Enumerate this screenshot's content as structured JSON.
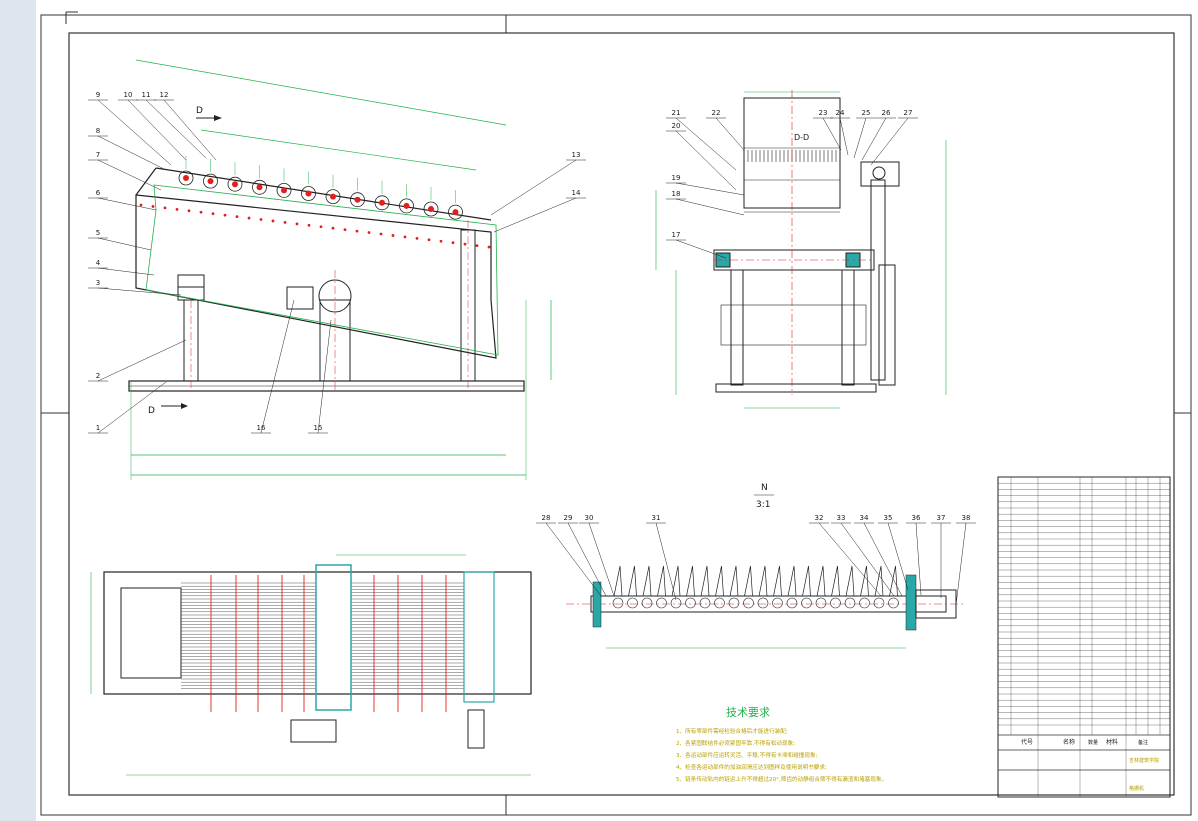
{
  "drawing": {
    "section_label": "D",
    "section_view_title": "D-D",
    "detail_label": "N",
    "detail_scale": "3:1",
    "balloons": [
      "1",
      "2",
      "3",
      "4",
      "5",
      "6",
      "7",
      "8",
      "9",
      "10",
      "11",
      "12",
      "13",
      "14",
      "15",
      "16",
      "17",
      "18",
      "19",
      "20",
      "21",
      "22",
      "23",
      "24",
      "25",
      "26",
      "27",
      "28",
      "29",
      "30",
      "31",
      "32",
      "33",
      "34",
      "35",
      "36",
      "37",
      "38"
    ]
  },
  "notes": {
    "title": "技术要求",
    "items": [
      "1、所有零部件需经检验合格后才能进行装配;",
      "2、各紧固联结件必须紧固牢靠,不得有松动现象;",
      "3、各运动部件应运转灵活、平稳,不得有卡滞和碰撞现象;",
      "4、检查各运动部件的加油润滑应达到图样及使用说明书要求;",
      "5、链条传动轨内的链运上升不得超过20°,筛齿的动静组合筛不得有漏渣和堵塞现象。"
    ]
  },
  "title_block": {
    "headers": [
      "代号",
      "名称",
      "数量",
      "材料",
      "备注"
    ],
    "school": "吉林建筑学院",
    "scale_note": "格栅机"
  }
}
